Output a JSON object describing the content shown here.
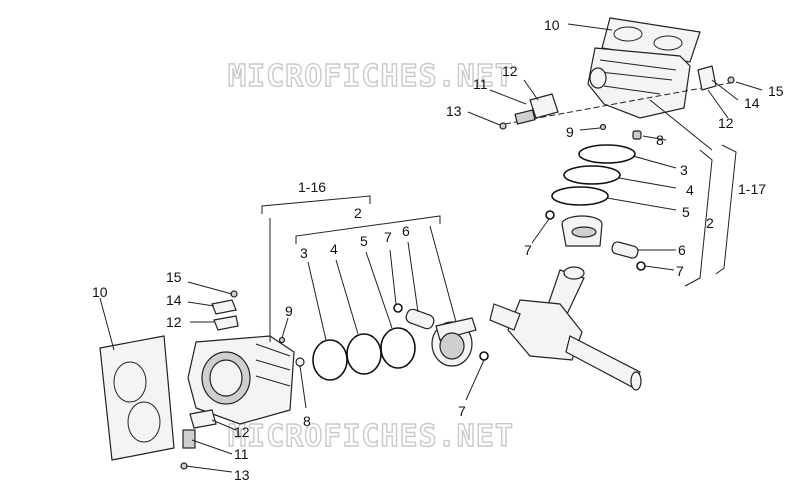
{
  "watermark": "MICROFICHES.NET",
  "labels": {
    "top_10": "10",
    "top_12": "12",
    "top_11": "11",
    "top_13": "13",
    "top_15": "15",
    "top_14": "14",
    "top_12b": "12",
    "top_9": "9",
    "top_8": "8",
    "r_3": "3",
    "r_4": "4",
    "r_5": "5",
    "r_2": "2",
    "r_1_17": "1-17",
    "r_6": "6",
    "r_7a": "7",
    "r_7b": "7",
    "l_1_16": "1-16",
    "l_2": "2",
    "l_3": "3",
    "l_4": "4",
    "l_5": "5",
    "l_7": "7",
    "l_6": "6",
    "l_15": "15",
    "l_14": "14",
    "l_12": "12",
    "l_10": "10",
    "l_9": "9",
    "l_8": "8",
    "l_12b": "12",
    "l_11": "11",
    "l_13": "13",
    "l_7b": "7"
  }
}
